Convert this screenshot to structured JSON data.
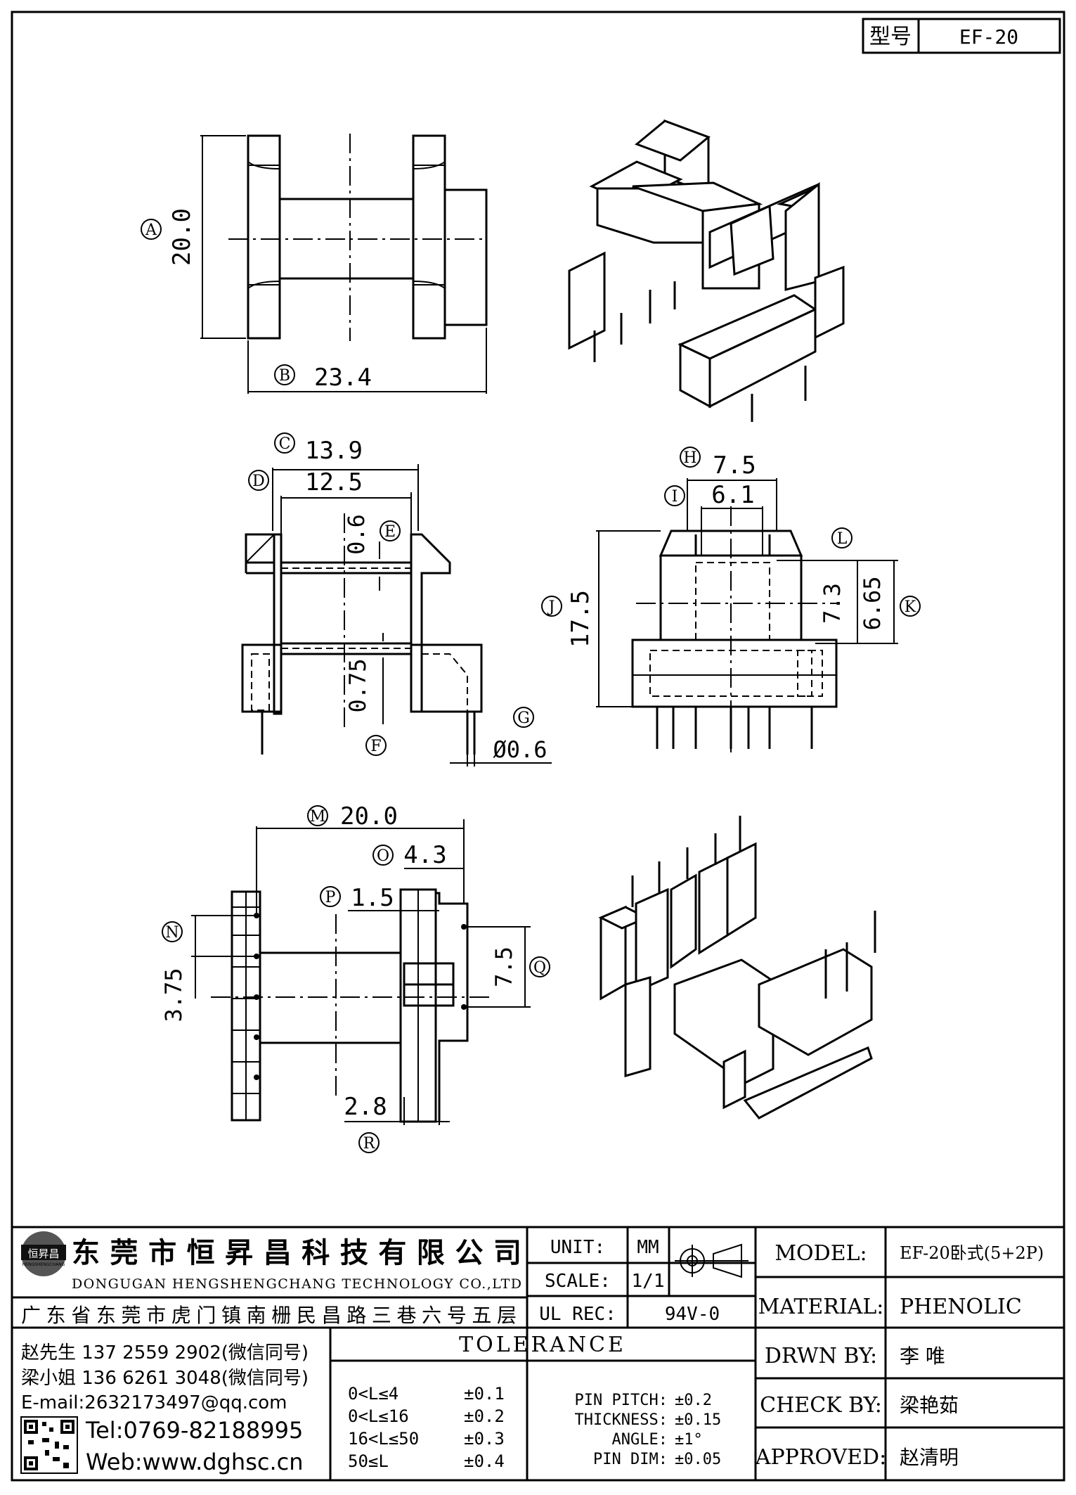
{
  "model_box": {
    "label": "型号",
    "value": "EF-20"
  },
  "views": {
    "top": {
      "a_tag": "A",
      "a_val": "20.0",
      "b_tag": "B",
      "b_val": "23.4"
    },
    "front": {
      "c_tag": "C",
      "c_val": "13.9",
      "d_tag": "D",
      "d_val": "12.5",
      "e_tag": "E",
      "e_val": "0.6",
      "f_tag": "F",
      "f_val": "0.75",
      "g_tag": "G",
      "g_val": "Ø0.6"
    },
    "side": {
      "h_tag": "H",
      "h_val": "7.5",
      "i_tag": "I",
      "i_val": "6.1",
      "j_tag": "J",
      "j_val": "17.5",
      "l_tag": "L",
      "l_val": "7.3",
      "k_tag": "K",
      "k_val": "6.65"
    },
    "bottom": {
      "m_tag": "M",
      "m_val": "20.0",
      "o_tag": "O",
      "o_val": "4.3",
      "p_tag": "P",
      "p_val": "1.5",
      "n_tag": "N",
      "n_val": "3.75",
      "q_tag": "Q",
      "q_val": "7.5",
      "r_tag": "R",
      "r_val": "2.8"
    }
  },
  "title_block": {
    "company_cn": "东莞市恒昇昌科技有限公司",
    "company_en": "DONGUGAN HENGSHENGCHANG TECHNOLOGY CO.,LTD",
    "address": "广东省东莞市虎门镇南栅民昌路三巷六号五层",
    "logo_text": "恒昇昌",
    "logo_sub": "HENGSHENGCHANG",
    "contacts": [
      "赵先生 137 2559 2902(微信同号)",
      "梁小姐 136 6261 3048(微信同号)",
      "E-mail:2632173497@qq.com"
    ],
    "tel": "Tel:0769-82188995",
    "web": "Web:www.dghsc.cn",
    "unit_label": "UNIT:",
    "unit_value": "MM",
    "scale_label": "SCALE:",
    "scale_value": "1/1",
    "ul_label": "UL REC:",
    "ul_value": "94V-0",
    "tolerance_title": "TOLERANCE",
    "tolerances": [
      {
        "range": "0<L≤4",
        "tol": "±0.1"
      },
      {
        "range": "0<L≤16",
        "tol": "±0.2"
      },
      {
        "range": "16<L≤50",
        "tol": "±0.3"
      },
      {
        "range": "50≤L",
        "tol": "±0.4"
      }
    ],
    "specs": [
      {
        "label": "PIN PITCH:",
        "tol": "±0.2"
      },
      {
        "label": "THICKNESS:",
        "tol": "±0.15"
      },
      {
        "label": "ANGLE:",
        "tol": "±1°"
      },
      {
        "label": "PIN DIM:",
        "tol": "±0.05"
      }
    ],
    "model_label": "MODEL:",
    "model_value": "EF-20卧式(5+2P)",
    "material_label": "MATERIAL:",
    "material_value": "PHENOLIC",
    "drawn_label": "DRWN BY:",
    "drawn_value": "李  唯",
    "check_label": "CHECK BY:",
    "check_value": "梁艳茹",
    "approved_label": "APPROVED:",
    "approved_value": "赵清明"
  }
}
